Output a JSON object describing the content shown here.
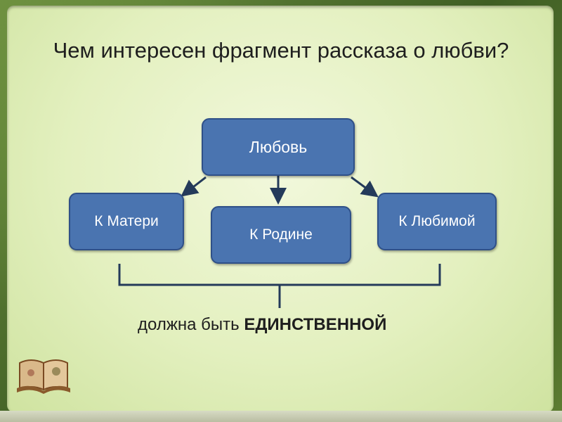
{
  "title": "Чем интересен фрагмент рассказа о любви?",
  "diagram": {
    "center": "Любовь",
    "branches": [
      "К Матери",
      "К Родине",
      "К Любимой"
    ]
  },
  "footer": {
    "prefix": "должна быть",
    "emphasis": "ЕДИНСТВЕННОЙ"
  },
  "colors": {
    "box_fill": "#4a74b0",
    "box_border": "#2f5088",
    "connector": "#243a5a",
    "slide_background": "#e3f0bf"
  },
  "decor": {
    "corner_icon": "open-book-icon"
  }
}
